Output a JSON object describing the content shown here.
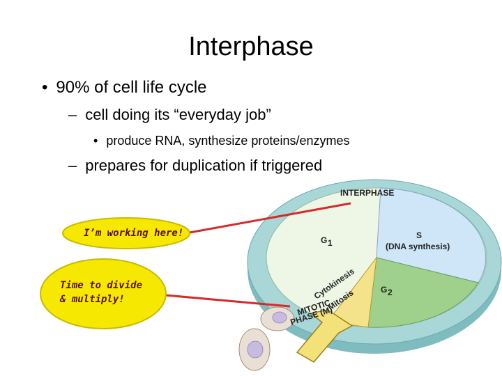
{
  "slide": {
    "title": "Interphase",
    "bullets": [
      {
        "mark": "•",
        "text": "90% of cell life cycle"
      },
      {
        "mark": "–",
        "text": "cell doing its “everyday job”"
      },
      {
        "mark": "•",
        "text": "produce RNA, synthesize proteins/enzymes"
      },
      {
        "mark": "–",
        "text": "prepares for duplication if triggered"
      }
    ]
  },
  "callouts": {
    "working": "I’m working here!",
    "divide_line1": "Time to divide",
    "divide_line2": "& multiply!"
  },
  "diagram": {
    "interphase": "INTERPHASE",
    "g1": "G",
    "g1_sub": "1",
    "s_label": "S",
    "s_desc": "(DNA synthesis)",
    "g2": "G",
    "g2_sub": "2",
    "mitotic_line1": "MITOTIC",
    "mitotic_line2": "PHASE (M)",
    "cytokinesis": "Cytokinesis",
    "mitosis": "Mitosis"
  },
  "colors": {
    "g1": "#eef7e6",
    "s": "#cfe6f8",
    "g2": "#9fd08c",
    "rim": "#a9d7d8",
    "callout": "#f6e800",
    "arrow": "#f3e27a",
    "pointer": "#d52b2b"
  }
}
